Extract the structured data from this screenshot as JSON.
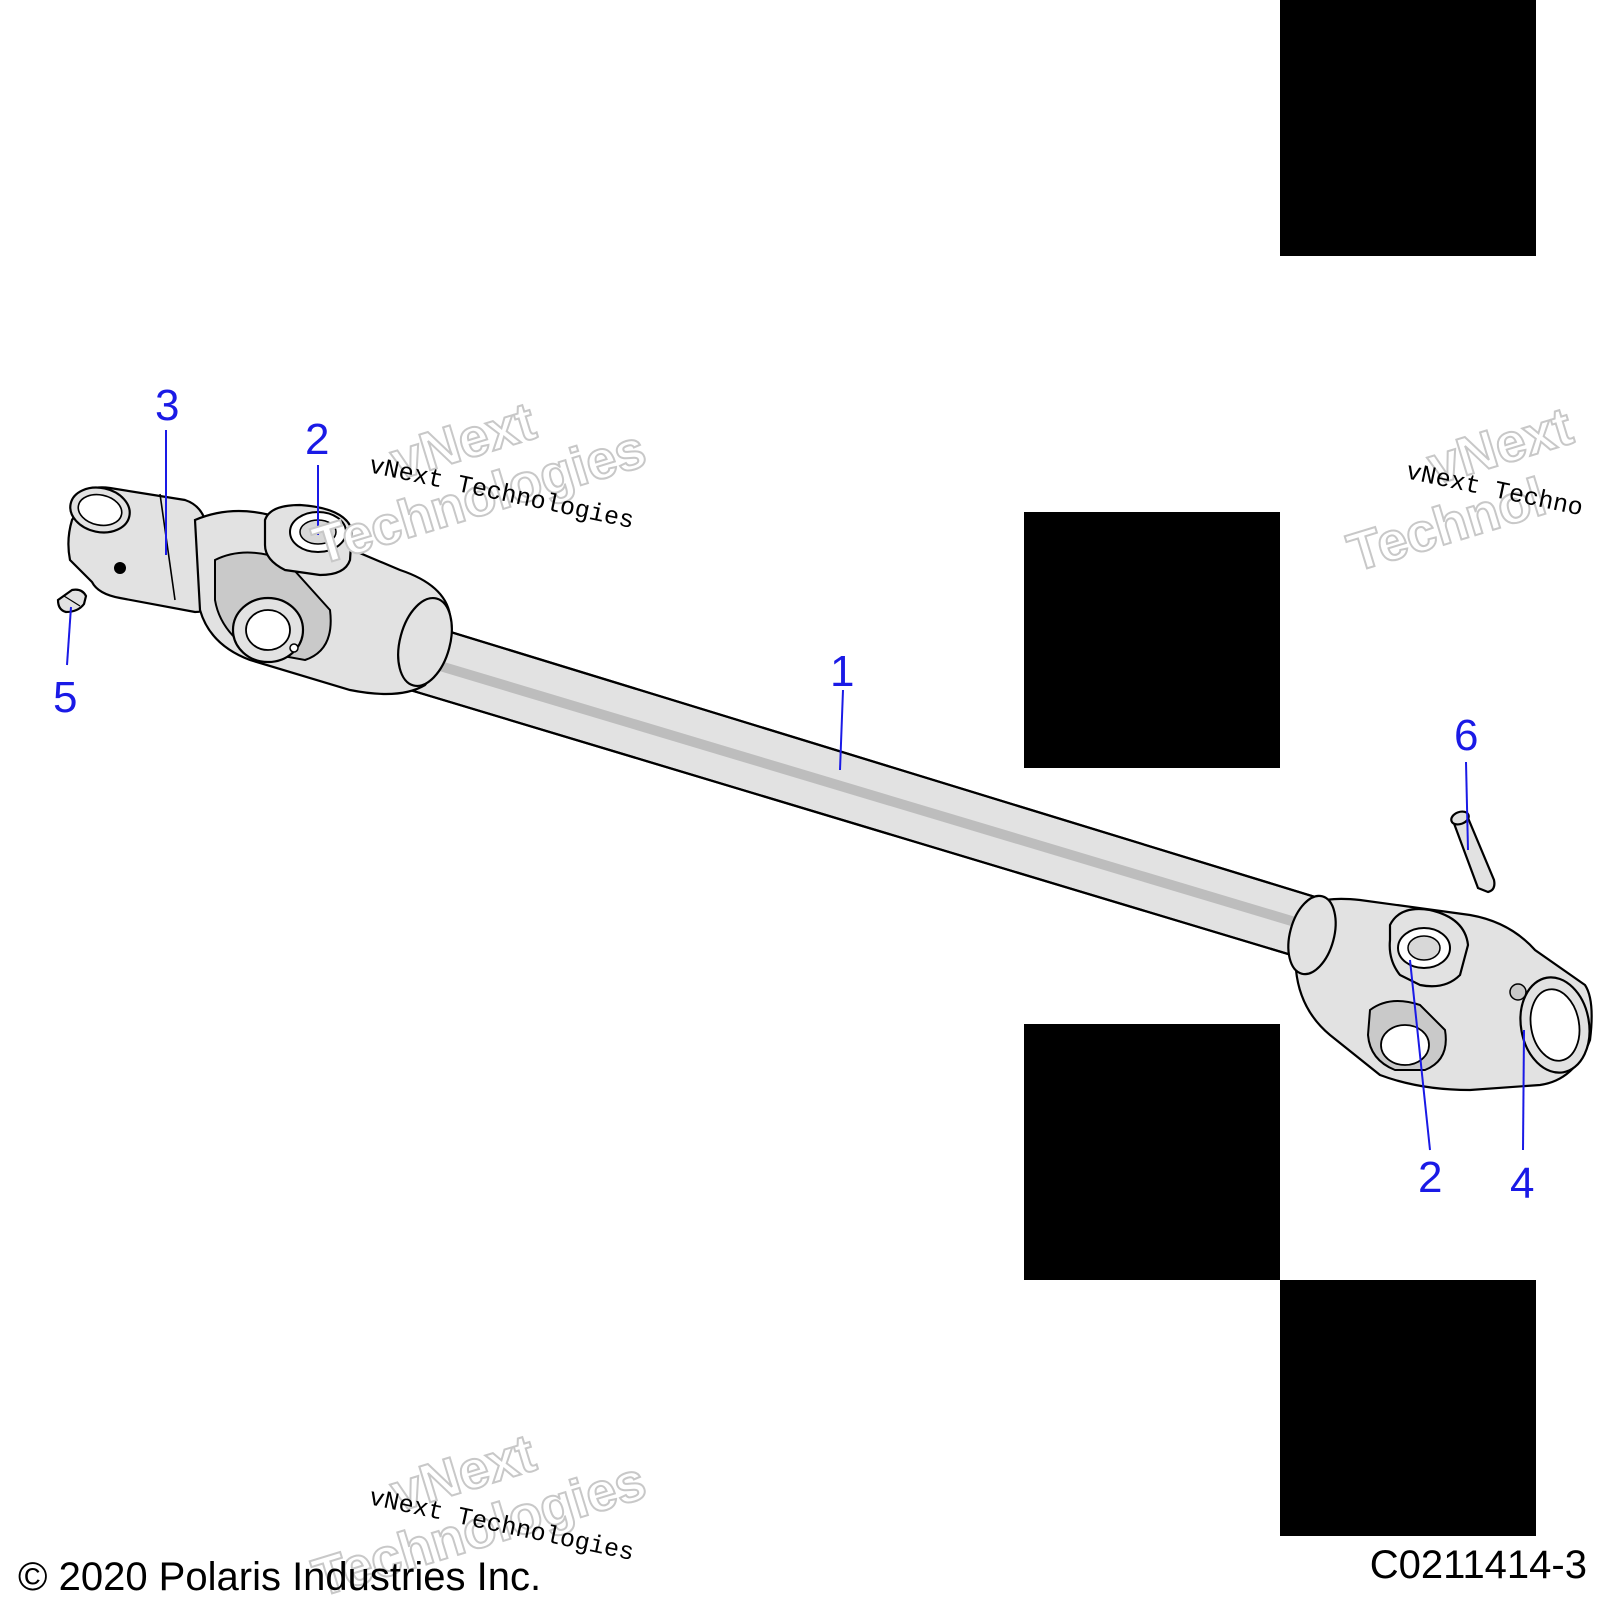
{
  "callouts": [
    {
      "id": "1",
      "label": "1"
    },
    {
      "id": "2a",
      "label": "2"
    },
    {
      "id": "2b",
      "label": "2"
    },
    {
      "id": "3",
      "label": "3"
    },
    {
      "id": "4",
      "label": "4"
    },
    {
      "id": "5",
      "label": "5"
    },
    {
      "id": "6",
      "label": "6"
    }
  ],
  "watermark": {
    "line_small": "vNext Technologies",
    "word1": "vNext",
    "word2": "Technologies",
    "partial_small": "vNext Techno",
    "partial_word1": "vNext",
    "partial_word2": "Technol"
  },
  "footer": {
    "copyright": "© 2020 Polaris Industries Inc.",
    "drawing_code": "C0211414-3"
  },
  "colors": {
    "callout": "#1a1ae6",
    "line_art": "#000000",
    "mask_block": "#000000"
  }
}
